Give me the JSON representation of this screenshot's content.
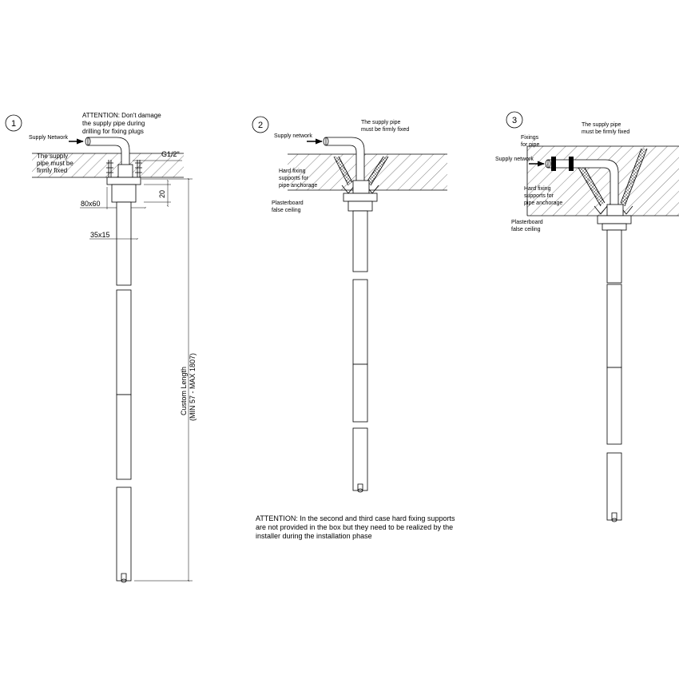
{
  "details": [
    {
      "number": "1",
      "attention": [
        "ATTENTION: Don't damage",
        "the supply pipe during",
        "drilling for fixing plugs"
      ],
      "supply_label": "Supply Network",
      "fixed_note": [
        "The supply",
        "pipe must be",
        "firmly fixed"
      ],
      "thread": "G1/2\"",
      "dim_height": "20",
      "dim_plate": "80x60",
      "dim_section": "35x15",
      "length_label": [
        "Custom Length",
        "(MIN 57 - MAX 1807)"
      ]
    },
    {
      "number": "2",
      "supply_label": "Supply network",
      "fixed_note": [
        "The supply pipe",
        "must be firmly fixed"
      ],
      "supports_note": [
        "Hard fixing",
        "supports for",
        "pipe anchorage"
      ],
      "ceiling_note": [
        "Plasterboard",
        "false ceiling"
      ]
    },
    {
      "number": "3",
      "supply_label": "Supply network",
      "fixed_note": [
        "The supply pipe",
        "must be firmly fixed"
      ],
      "fixings_note": [
        "Fixings",
        "for pipe"
      ],
      "supports_note": [
        "Hard fixing",
        "supports for",
        "pipe anchorage"
      ],
      "ceiling_note": [
        "Plasterboard",
        "false ceiling"
      ]
    }
  ],
  "note": [
    "ATTENTION: In the second and third case hard fixing supports",
    "are not provided in the box but they need to be realized by the",
    "installer during the installation phase"
  ]
}
